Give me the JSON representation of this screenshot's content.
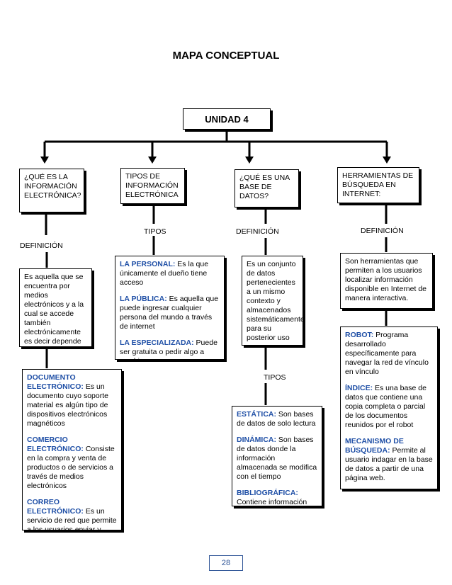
{
  "title": "MAPA CONCEPTUAL",
  "root": "UNIDAD 4",
  "branch1": {
    "header": "¿QUÉ ES LA INFORMACIÓN ELECTRÓNICA?",
    "connector": "DEFINICIÓN",
    "definition": "Es aquella que se encuentra por medios electrónicos y a la cual se accede también electrónicamente es decir depende de electricidad",
    "items": [
      {
        "term": "DOCUMENTO ELECTRÓNICO:",
        "text": "Es un documento cuyo soporte material es algún tipo de dispositivos electrónicos magnéticos"
      },
      {
        "term": "COMERCIO ELECTRÓNICO:",
        "text": "Consiste en la compra y venta de productos o de servicios a través de medios electrónicos"
      },
      {
        "term": "CORREO ELECTRÓNICO:",
        "text": "Es un servicio de red que permite a los usuarios enviar y recibir mensajes y archivos"
      }
    ]
  },
  "branch2": {
    "header": "TIPOS DE INFORMACIÓN ELECTRÓNICA",
    "connector": "TIPOS",
    "items": [
      {
        "term": "LA PERSONAL:",
        "text": "Es la que únicamente el dueño tiene acceso"
      },
      {
        "term": "LA PÚBLICA:",
        "text": "Es aquella que puede ingresar cualquier persona del mundo a través de internet"
      },
      {
        "term": "LA ESPECIALIZADA:",
        "text": "Puede ser gratuita o pedir algo a cambio"
      }
    ]
  },
  "branch3": {
    "header": "¿QUÉ ES UNA BASE DE DATOS?",
    "connector": "DEFINICIÓN",
    "definition": "Es un conjunto de datos pertenecientes a un mismo contexto y almacenados sistemáticamente para su posterior uso",
    "connector2": "TIPOS",
    "items": [
      {
        "term": "ESTÁTICA:",
        "text": "Son bases de datos de solo lectura"
      },
      {
        "term": "DINÁMICA:",
        "text": "Son bases de datos donde la información almacenada se modifica con el tiempo"
      },
      {
        "term": "BIBLIOGRÁFICA:",
        "text": "Contiene información sobre el autor"
      }
    ]
  },
  "branch4": {
    "header": "HERRAMIENTAS DE BÚSQUEDA EN INTERNET:",
    "connector": "DEFINICIÓN",
    "definition": "Son herramientas que permiten a los usuarios localizar información disponible en Internet de manera interactiva.",
    "items": [
      {
        "term": "ROBOT:",
        "text": "Programa desarrollado específicamente para navegar la red de vínculo en vínculo"
      },
      {
        "term": "ÍNDICE:",
        "text": "Es una base de datos que contiene una copia completa o parcial de los documentos reunidos por el robot"
      },
      {
        "term": "MECANISMO DE BÚSQUEDA:",
        "text": "Permite al usuario indagar en la base de datos a partir de una página web."
      }
    ]
  },
  "page_number": "28",
  "colors": {
    "term": "#1f4fa6",
    "line": "#000000",
    "page_number": "#2f5597"
  }
}
